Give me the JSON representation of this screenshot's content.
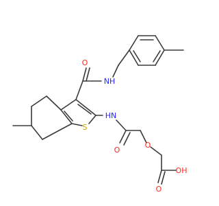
{
  "molecule": {
    "atom_labels": {
      "amide_o": "O",
      "amide_nh": "NH",
      "ring_s": "S",
      "acetamide_nh": "HN",
      "acetamide_o": "O",
      "ether_o": "O",
      "acid_o": "O",
      "acid_oh": "OH"
    },
    "colors": {
      "bond": "#3a3a3a",
      "oxygen": "#ff2a1a",
      "nitrogen": "#2323ff",
      "sulfur": "#c9a800",
      "hydrogen_on_hetero": "#3a3a3a"
    }
  }
}
